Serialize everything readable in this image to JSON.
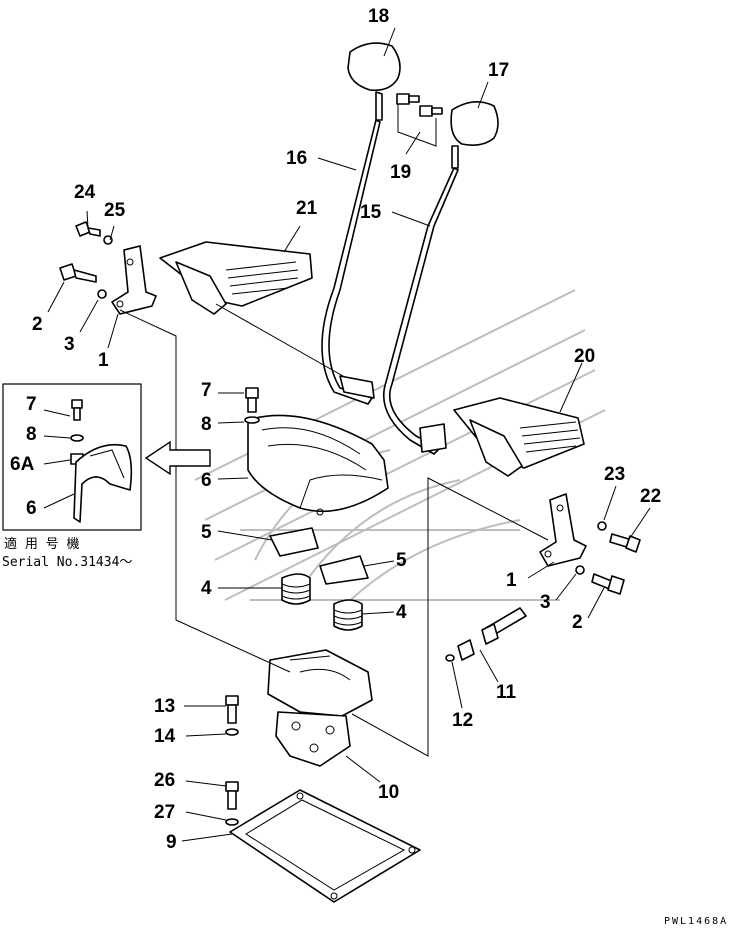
{
  "callouts": {
    "c18": "18",
    "c17": "17",
    "c19": "19",
    "c16": "16",
    "c15": "15",
    "c21": "21",
    "c24": "24",
    "c25": "25",
    "c2_left": "2",
    "c3_left": "3",
    "c1_left": "1",
    "c7_main": "7",
    "c8_main": "8",
    "c6_main": "6",
    "c5_a": "5",
    "c5_b": "5",
    "c4_a": "4",
    "c4_b": "4",
    "c20": "20",
    "c23": "23",
    "c22": "22",
    "c1_right": "1",
    "c3_right": "3",
    "c2_right": "2",
    "c11": "11",
    "c12": "12",
    "c13": "13",
    "c14": "14",
    "c10": "10",
    "c26": "26",
    "c27": "27",
    "c9": "9"
  },
  "inset": {
    "c7": "7",
    "c8": "8",
    "c6A": "6A",
    "c6": "6",
    "applicability_label": "適 用 号 機",
    "serial_label": "Serial No.31434～"
  },
  "drawing_code": "PWL1468A"
}
